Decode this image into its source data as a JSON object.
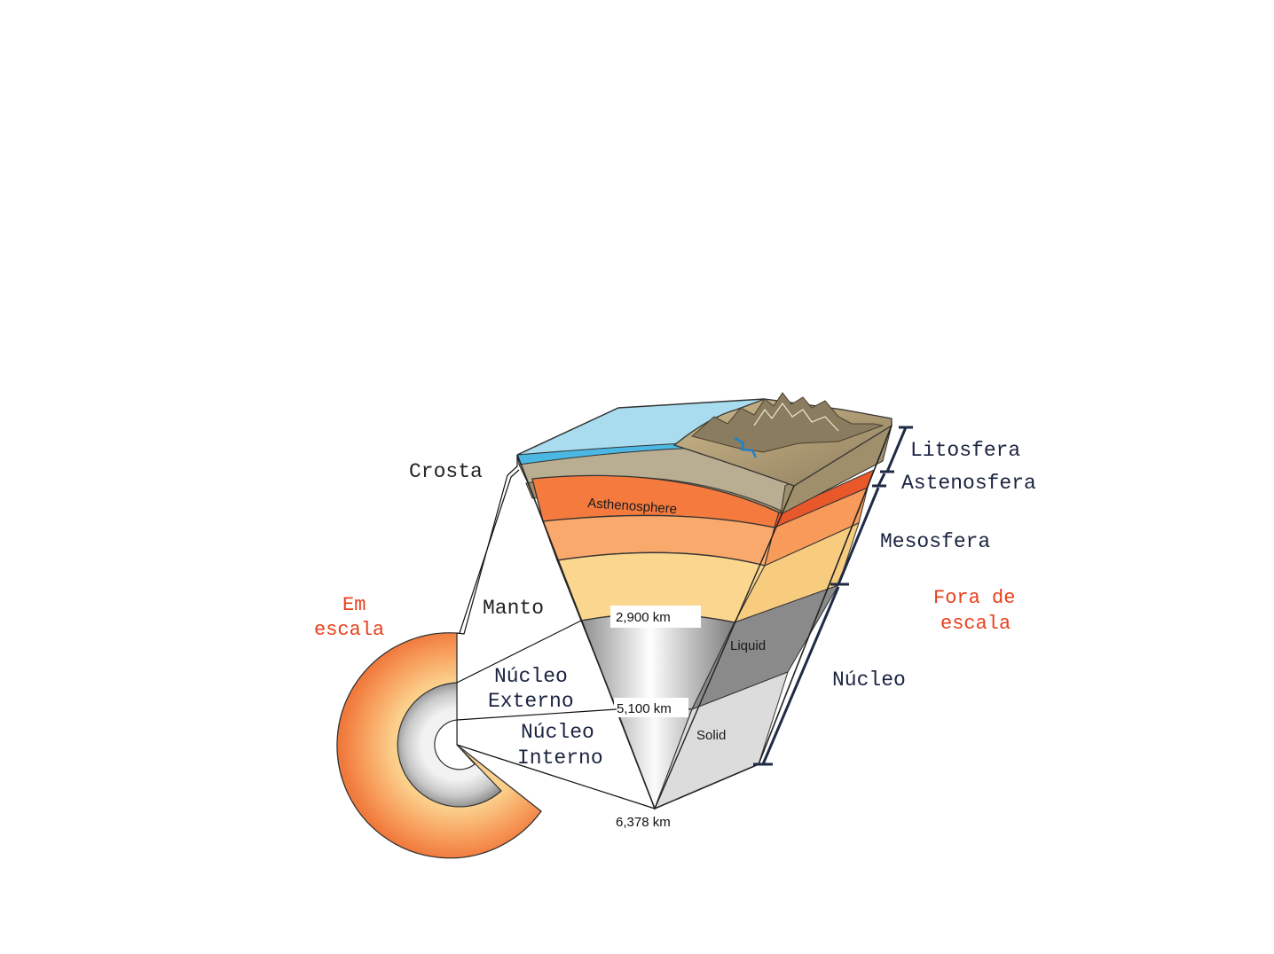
{
  "labels": {
    "crosta": "Crosta",
    "manto": "Manto",
    "nucleo_externo_1": "Núcleo",
    "nucleo_externo_2": "Externo",
    "nucleo_interno_1": "Núcleo",
    "nucleo_interno_2": "Interno",
    "em_escala_1": "Em",
    "em_escala_2": "escala",
    "fora_escala_1": "Fora de",
    "fora_escala_2": "escala",
    "litosfera": "Litosfera",
    "astenosfera": "Astenosfera",
    "mesosfera": "Mesosfera",
    "nucleo": "Núcleo"
  },
  "inner_labels": {
    "asthenosphere": "Asthenosphere",
    "liquid": "Liquid",
    "solid": "Solid"
  },
  "depths": {
    "d2900": "2,900 km",
    "d5100": "5,100 km",
    "d6378": "6,378 km"
  },
  "colors": {
    "scale_label": "#e8401c",
    "layer_label": "#1a2340",
    "bracket": "#1f2a44",
    "ocean": "#a9dcef",
    "asthenosphere": "#f47a3e",
    "mantle_mid": "#f9a96b",
    "mantle_low": "#fbd68e",
    "core_outer": "#a4a4a4",
    "core_inner": "#d9d9d9"
  }
}
